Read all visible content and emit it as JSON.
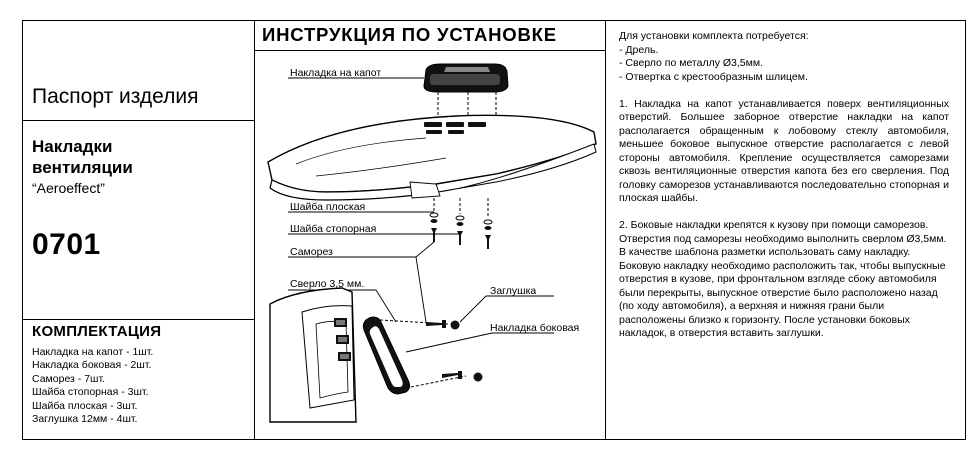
{
  "left": {
    "passport_title": "Паспорт изделия",
    "product_name_line1": "Накладки",
    "product_name_line2": "вентиляции",
    "product_subtitle": "“Aeroeffect”",
    "product_code": "0701",
    "kit_title": "КОМПЛЕКТАЦИЯ",
    "kit_items": [
      "Накладка на капот - 1шт.",
      "Накладка боковая - 2шт.",
      "Саморез - 7шт.",
      "Шайба стопорная - 3шт.",
      "Шайба плоская - 3шт.",
      "Заглушка 12мм - 4шт."
    ]
  },
  "middle": {
    "title": "ИНСТРУКЦИЯ ПО УСТАНОВКЕ",
    "labels": {
      "hood_cover": "Накладка на капот",
      "flat_washer": "Шайба плоская",
      "lock_washer": "Шайба стопорная",
      "screw": "Саморез",
      "drill": "Сверло 3,5 мм.",
      "plug": "Заглушка",
      "side_cover": "Накладка боковая"
    }
  },
  "right": {
    "requirements_intro": "Для установки комплекта потребуется:",
    "requirements": [
      "- Дрель.",
      "- Сверло по металлу Ø3,5мм.",
      "- Отвертка с крестообразным шлицем."
    ],
    "step1": "1. Накладка на капот устанавливается поверх вентиляционных отверстий. Большее заборное отверстие накладки на капот располагается обращенным к лобовому стеклу автомобиля, меньшее боковое выпускное отверстие располагается с левой стороны автомобиля. Крепление осуществляется саморезами сквозь вентиляционные отверстия капота без его сверления. Под головку саморезов устанавливаются последовательно стопорная и плоская шайбы.",
    "step2": "2. Боковые накладки крепятся к кузову при помощи саморезов. Отверстия под саморезы необходимо выполнить сверлом Ø3,5мм. В качестве шаблона разметки использовать саму накладку. Боковую накладку необходимо расположить так, чтобы выпускные отверстия в кузове, при фронтальном взгляде сбоку автомобиля были перекрыты, выпускное отверстие было расположено назад (по ходу автомобиля), а верхняя и нижняя грани были расположены близко к горизонту. После установки боковых накладок, в отверстия вставить заглушки."
  }
}
